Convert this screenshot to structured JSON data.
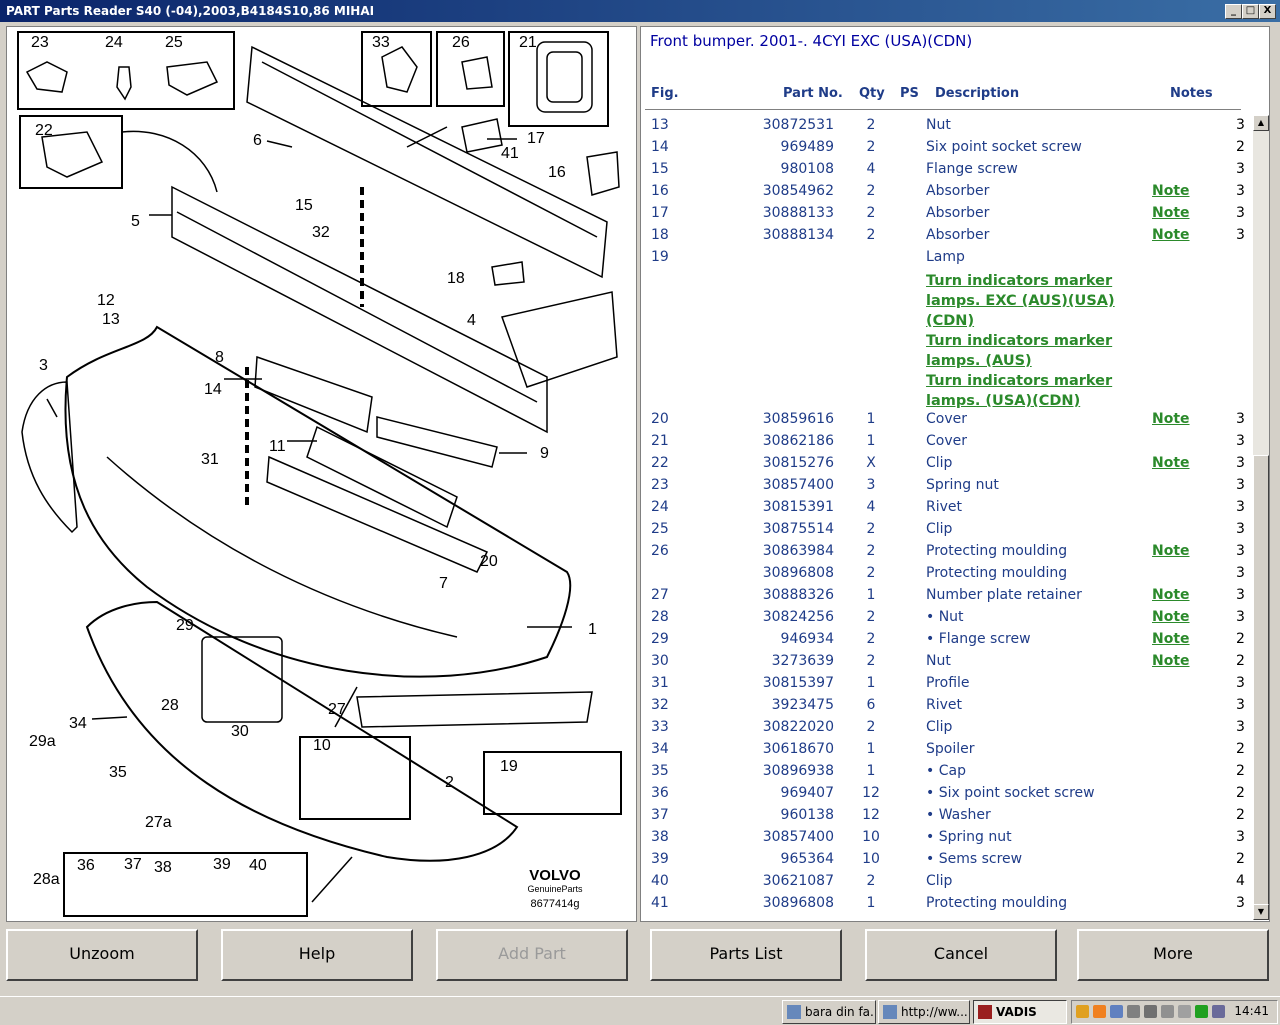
{
  "window": {
    "title": "PART Parts Reader S40 (-04),2003,B4184S10,86 MIHAI",
    "controls": [
      "_",
      "□",
      "X"
    ]
  },
  "list": {
    "header_title": "Front bumper. 2001-. 4CYI EXC (USA)(CDN)",
    "columns": {
      "fig": "Fig.",
      "part_no": "Part No.",
      "qty": "Qty",
      "ps": "PS",
      "description": "Description",
      "notes": "Notes"
    },
    "rows": [
      {
        "fig": "13",
        "part_no": "30872531",
        "qty": "2",
        "desc": "Nut",
        "note": "",
        "num": "3"
      },
      {
        "fig": "14",
        "part_no": "969489",
        "qty": "2",
        "desc": "Six point socket screw",
        "note": "",
        "num": "2"
      },
      {
        "fig": "15",
        "part_no": "980108",
        "qty": "4",
        "desc": "Flange screw",
        "note": "",
        "num": "3"
      },
      {
        "fig": "16",
        "part_no": "30854962",
        "qty": "2",
        "desc": "Absorber",
        "note": "Note",
        "num": "3"
      },
      {
        "fig": "17",
        "part_no": "30888133",
        "qty": "2",
        "desc": "Absorber",
        "note": "Note",
        "num": "3"
      },
      {
        "fig": "18",
        "part_no": "30888134",
        "qty": "2",
        "desc": "Absorber",
        "note": "Note",
        "num": "3"
      },
      {
        "fig": "19",
        "part_no": "",
        "qty": "",
        "desc": "Lamp",
        "note": "",
        "num": ""
      }
    ],
    "lamp_links": [
      "Turn indicators marker lamps. EXC (AUS)(USA)(CDN)",
      "Turn indicators marker lamps. (AUS)",
      "Turn indicators marker lamps. (USA)(CDN)"
    ],
    "rows2": [
      {
        "fig": "20",
        "part_no": "30859616",
        "qty": "1",
        "desc": "Cover",
        "note": "Note",
        "num": "3"
      },
      {
        "fig": "21",
        "part_no": "30862186",
        "qty": "1",
        "desc": "Cover",
        "note": "",
        "num": "3"
      },
      {
        "fig": "22",
        "part_no": "30815276",
        "qty": "X",
        "desc": "Clip",
        "note": "Note",
        "num": "3"
      },
      {
        "fig": "23",
        "part_no": "30857400",
        "qty": "3",
        "desc": "Spring nut",
        "note": "",
        "num": "3"
      },
      {
        "fig": "24",
        "part_no": "30815391",
        "qty": "4",
        "desc": "Rivet",
        "note": "",
        "num": "3"
      },
      {
        "fig": "25",
        "part_no": "30875514",
        "qty": "2",
        "desc": "Clip",
        "note": "",
        "num": "3"
      },
      {
        "fig": "26",
        "part_no": "30863984",
        "qty": "2",
        "desc": "Protecting moulding",
        "note": "Note",
        "num": "3"
      },
      {
        "fig": "",
        "part_no": "30896808",
        "qty": "2",
        "desc": "Protecting moulding",
        "note": "",
        "num": "3"
      },
      {
        "fig": "27",
        "part_no": "30888326",
        "qty": "1",
        "desc": "Number plate retainer",
        "note": "Note",
        "num": "3"
      },
      {
        "fig": "28",
        "part_no": "30824256",
        "qty": "2",
        "desc": "• Nut",
        "note": "Note",
        "num": "3"
      },
      {
        "fig": "29",
        "part_no": "946934",
        "qty": "2",
        "desc": "• Flange screw",
        "note": "Note",
        "num": "2"
      },
      {
        "fig": "30",
        "part_no": "3273639",
        "qty": "2",
        "desc": "Nut",
        "note": "Note",
        "num": "2"
      },
      {
        "fig": "31",
        "part_no": "30815397",
        "qty": "1",
        "desc": "Profile",
        "note": "",
        "num": "3"
      },
      {
        "fig": "32",
        "part_no": "3923475",
        "qty": "6",
        "desc": "Rivet",
        "note": "",
        "num": "3"
      },
      {
        "fig": "33",
        "part_no": "30822020",
        "qty": "2",
        "desc": "Clip",
        "note": "",
        "num": "3"
      },
      {
        "fig": "34",
        "part_no": "30618670",
        "qty": "1",
        "desc": "Spoiler",
        "note": "",
        "num": "2"
      },
      {
        "fig": "35",
        "part_no": "30896938",
        "qty": "1",
        "desc": "• Cap",
        "note": "",
        "num": "2"
      },
      {
        "fig": "36",
        "part_no": "969407",
        "qty": "12",
        "desc": "• Six point socket screw",
        "note": "",
        "num": "2"
      },
      {
        "fig": "37",
        "part_no": "960138",
        "qty": "12",
        "desc": "• Washer",
        "note": "",
        "num": "2"
      },
      {
        "fig": "38",
        "part_no": "30857400",
        "qty": "10",
        "desc": "• Spring nut",
        "note": "",
        "num": "3"
      },
      {
        "fig": "39",
        "part_no": "965364",
        "qty": "10",
        "desc": "• Sems screw",
        "note": "",
        "num": "2"
      },
      {
        "fig": "40",
        "part_no": "30621087",
        "qty": "2",
        "desc": "Clip",
        "note": "",
        "num": "4"
      },
      {
        "fig": "41",
        "part_no": "30896808",
        "qty": "1",
        "desc": "Protecting moulding",
        "note": "",
        "num": "3"
      }
    ]
  },
  "diagram": {
    "brand": "VOLVO",
    "brand_sub": "GenuineParts",
    "drawing_no": "8677414g",
    "labels": [
      "23",
      "24",
      "25",
      "33",
      "26",
      "21",
      "22",
      "6",
      "17",
      "41",
      "16",
      "5",
      "15",
      "32",
      "18",
      "4",
      "12",
      "13",
      "8",
      "3",
      "14",
      "11",
      "9",
      "31",
      "20",
      "7",
      "1",
      "29",
      "27",
      "28",
      "30",
      "34",
      "10",
      "2",
      "19",
      "29a",
      "35",
      "27a",
      "36",
      "37",
      "38",
      "39",
      "40",
      "28a"
    ]
  },
  "buttons": {
    "unzoom": "Unzoom",
    "help": "Help",
    "add_part": "Add Part",
    "parts_list": "Parts List",
    "cancel": "Cancel",
    "more": "More"
  },
  "taskbar": {
    "tasks": [
      "bara din fa...",
      "http://ww...",
      "VADIS"
    ],
    "clock": "14:41"
  }
}
